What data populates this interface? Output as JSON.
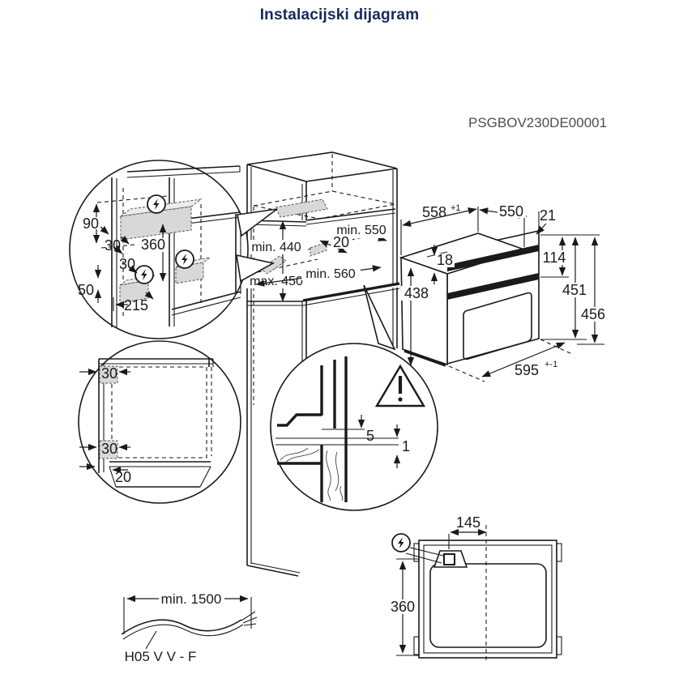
{
  "title": "Instalacijski dijagram",
  "model_code": "PSGBOV230DE00001",
  "colors": {
    "line": "#1a1a1a",
    "title_text": "#14295e",
    "model_text": "#4d4d4d",
    "connection_zone_fill": "#d8d8d8"
  },
  "wall_detail": {
    "power_icon": "power-lightning",
    "d90": "90",
    "d30_top": "30",
    "d360": "360",
    "d30_mid": "30",
    "d50": "50",
    "d215": "215"
  },
  "niche": {
    "min550": "min. 550",
    "d20": "20",
    "min440": "min. 440",
    "max450": "max. 450",
    "min560": "min. 560"
  },
  "oven": {
    "d558": "558",
    "d558_tol": "+1",
    "d550": "550",
    "d21": "21",
    "d18": "18",
    "d114": "114",
    "d438": "438",
    "d451": "451",
    "d456": "456",
    "d595": "595",
    "d595_tol": "+-1"
  },
  "front_view": {
    "d30_top": "30",
    "d30_bottom": "30",
    "d20": "20"
  },
  "gap_detail": {
    "warning_icon": "warning-triangle",
    "d5": "5",
    "d1": "1"
  },
  "rear_view": {
    "power_icon": "power-lightning",
    "d145": "145",
    "d360": "360"
  },
  "cable": {
    "min1500": "min. 1500",
    "type": "H05 V V - F"
  }
}
